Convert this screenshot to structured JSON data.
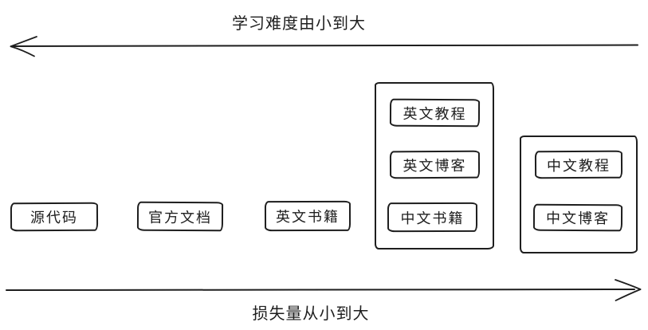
{
  "diagram": {
    "background": "#ffffff",
    "stroke_color": "#1e1e1e",
    "top_axis": {
      "label": "学习难度由小到大",
      "direction": "left"
    },
    "bottom_axis": {
      "label": "损失量从小到大",
      "direction": "right"
    },
    "boxes": [
      {
        "label": "源代码"
      },
      {
        "label": "官方文档"
      },
      {
        "label": "英文书籍"
      }
    ],
    "groups": [
      {
        "items": [
          {
            "label": "英文教程"
          },
          {
            "label": "英文博客"
          },
          {
            "label": "中文书籍"
          }
        ]
      },
      {
        "items": [
          {
            "label": "中文教程"
          },
          {
            "label": "中文博客"
          }
        ]
      }
    ]
  }
}
